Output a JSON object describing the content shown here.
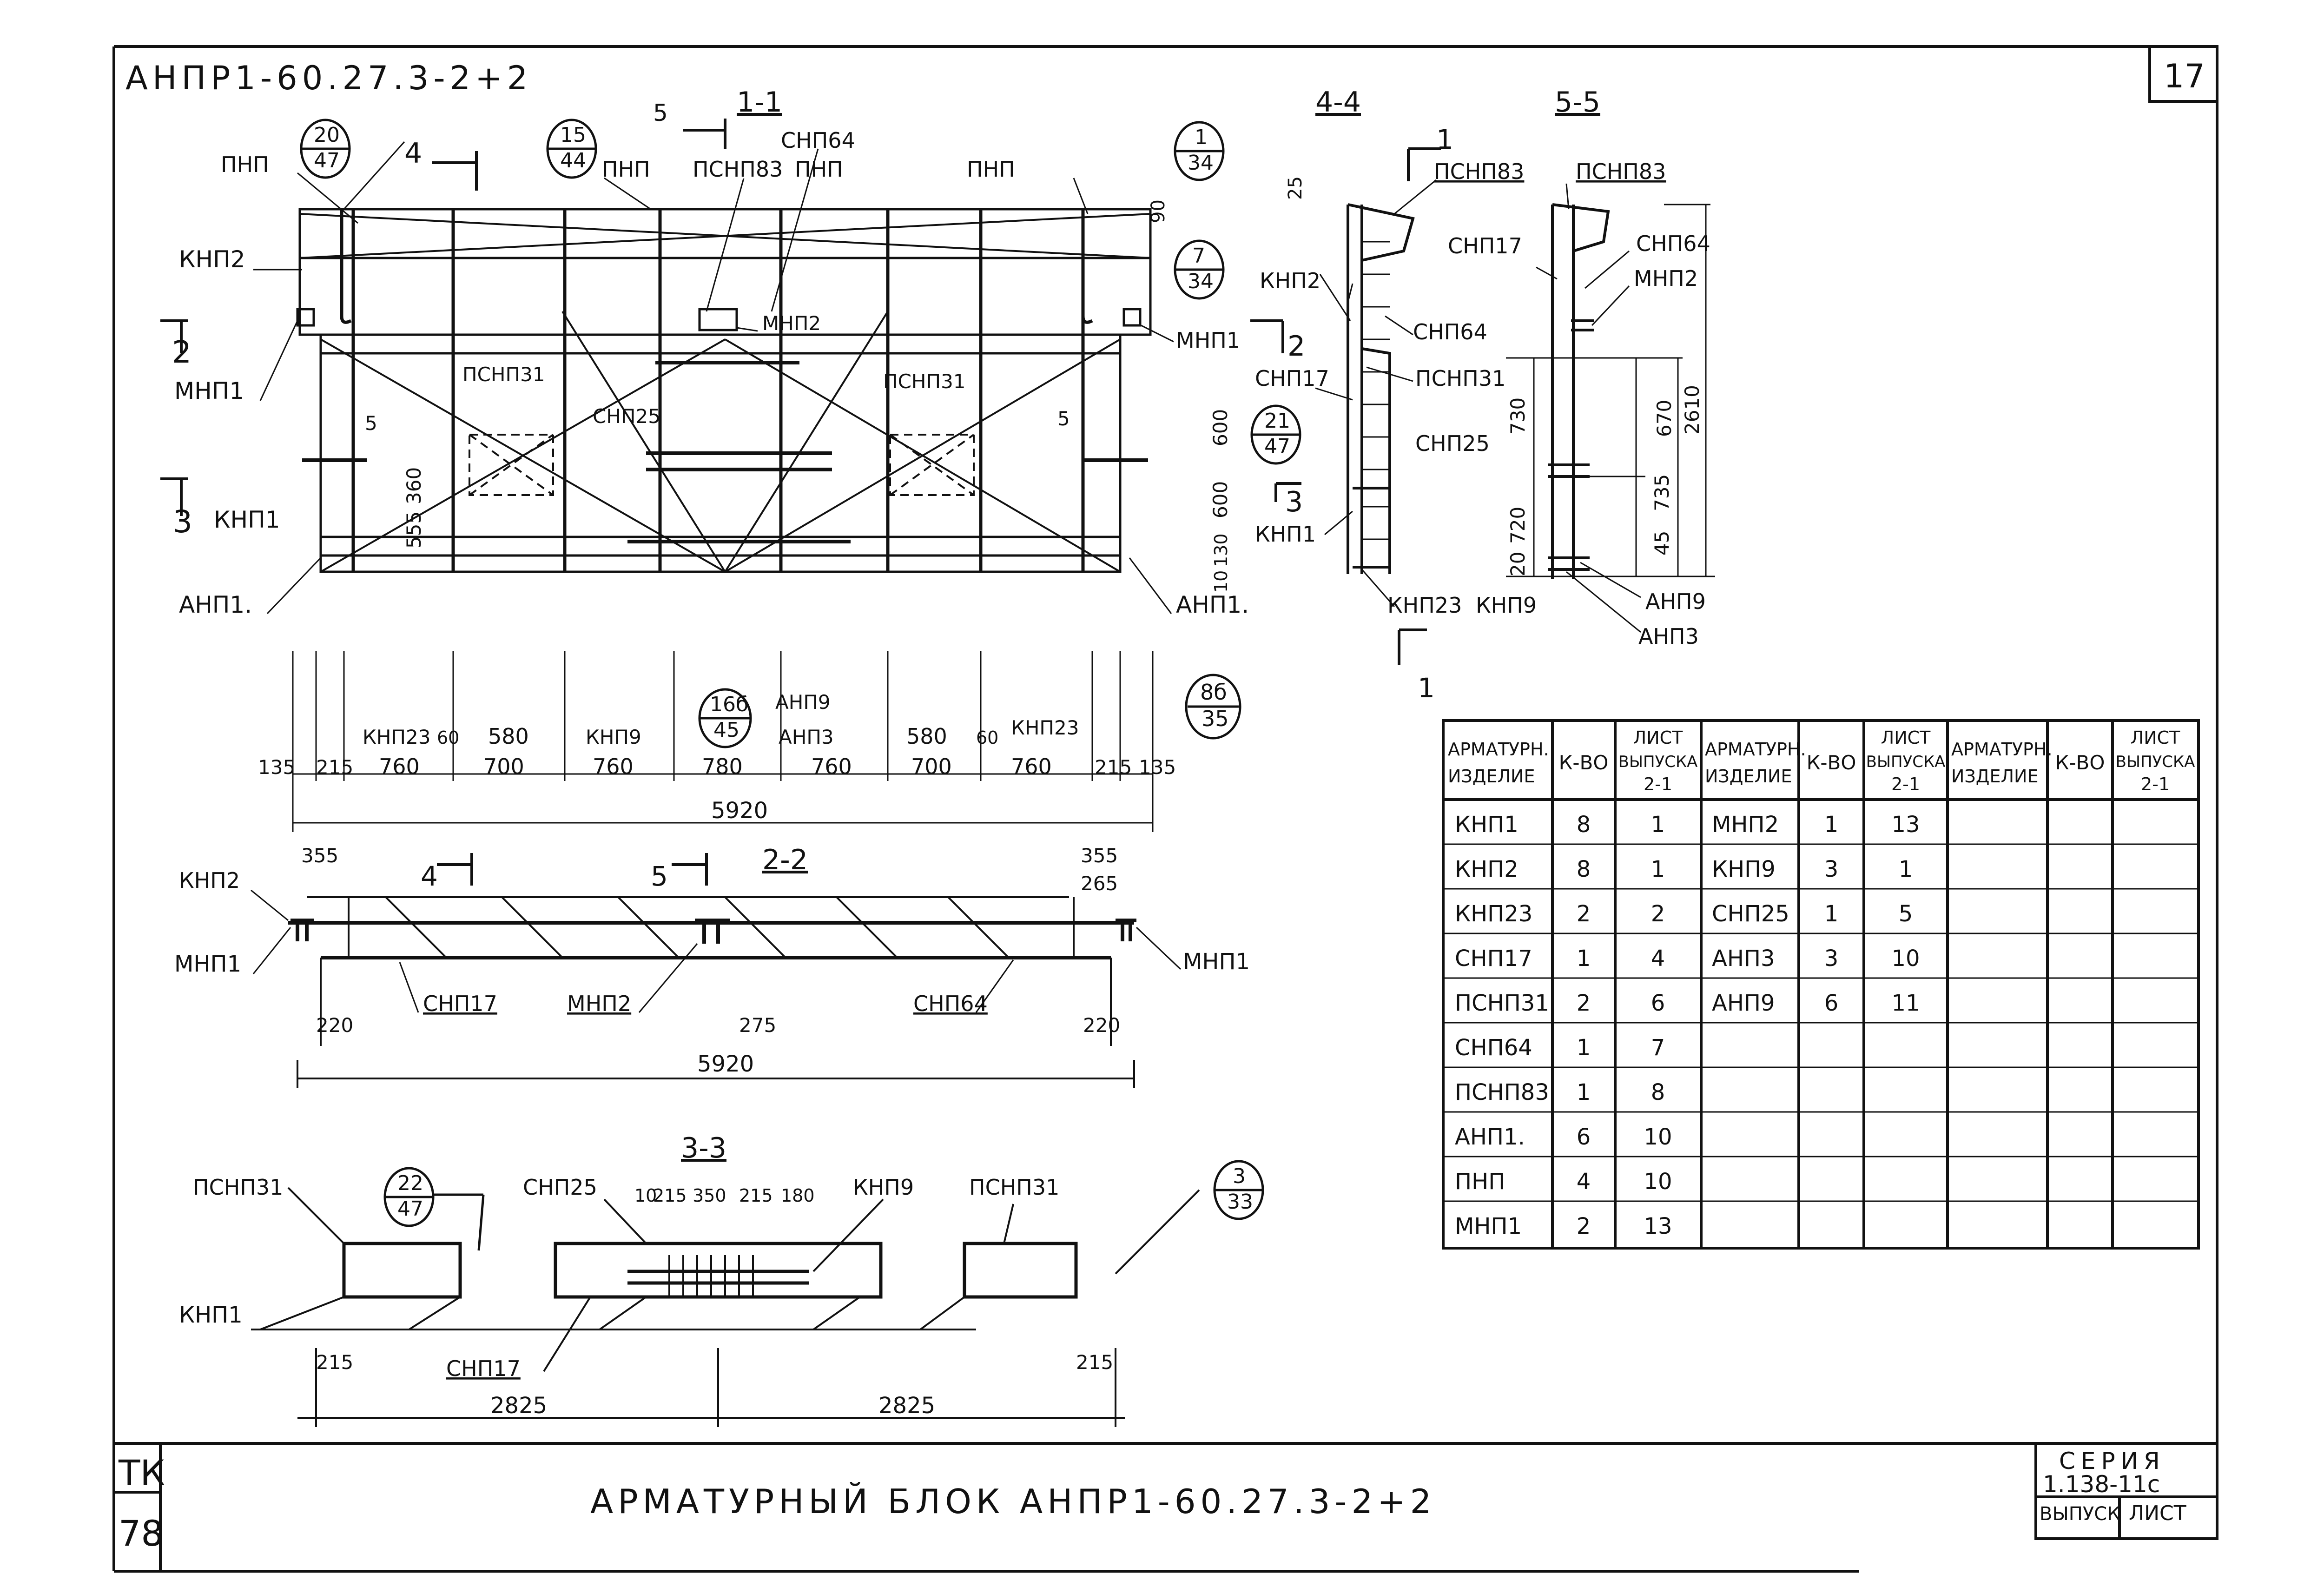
{
  "header": {
    "code": "АНПР1-60.27.3-2+2",
    "sheet_number": "17"
  },
  "sections": {
    "s11": "1-1",
    "s22": "2-2",
    "s33": "3-3",
    "s44": "4-4",
    "s55": "5-5"
  },
  "cut_marks": {
    "c1": "1",
    "c2": "2",
    "c3": "3",
    "c4": "4",
    "c5": "5"
  },
  "balloons": [
    {
      "top": "20",
      "bottom": "47"
    },
    {
      "top": "15",
      "bottom": "44"
    },
    {
      "top": "1",
      "bottom": "34"
    },
    {
      "top": "7",
      "bottom": "34"
    },
    {
      "top": "21",
      "bottom": "47"
    },
    {
      "top": "16б",
      "bottom": "45"
    },
    {
      "top": "8б",
      "bottom": "35"
    },
    {
      "top": "22",
      "bottom": "47"
    },
    {
      "top": "3",
      "bottom": "33"
    }
  ],
  "labels": {
    "pnp": "ПНП",
    "psnp83": "ПСНП83",
    "snp64": "СНП64",
    "knp2": "КНП2",
    "mnp2": "МНП2",
    "mnp1": "МНП1",
    "psnp31": "ПСНП31",
    "snp25": "СНП25",
    "knp1": "КНП1",
    "anp1": "АНП1.",
    "knp23": "КНП23",
    "knp9": "КНП9",
    "anp9": "АНП9",
    "anp3": "АНП3",
    "snp17": "СНП17"
  },
  "dimensions": {
    "elev_1_1": [
      "90",
      "5",
      "360",
      "555",
      "5",
      "600",
      "600",
      "10",
      "130"
    ],
    "plan_chain": [
      "135",
      "215",
      "760",
      "700",
      "760",
      "780",
      "760",
      "700",
      "760",
      "215",
      "135"
    ],
    "plan_upper": [
      "60",
      "580",
      "580",
      "60"
    ],
    "plan_total": "5920",
    "sec_2_2": [
      "355",
      "355",
      "265",
      "220",
      "275",
      "220"
    ],
    "sec_3_3_top": [
      "10",
      "215",
      "350",
      "215",
      "180"
    ],
    "sec_3_3": [
      "215",
      "215",
      "2825",
      "2825"
    ],
    "sec_4_4": [
      "25"
    ],
    "sec_5_5": [
      "730",
      "670",
      "2610",
      "720",
      "735",
      "20",
      "45"
    ]
  },
  "spec_table": {
    "headers": [
      {
        "item": "АРМАТУРН. ИЗДЕЛИЕ",
        "qty": "К-ВО",
        "sheet": "ЛИСТ ВЫПУСКА 2-1"
      },
      {
        "item": "АРМАТУРН. ИЗДЕЛИЕ",
        "qty": "К-ВО",
        "sheet": "ЛИСТ ВЫПУСКА 2-1"
      },
      {
        "item": "АРМАТУРН. ИЗДЕЛИЕ",
        "qty": "К-ВО",
        "sheet": "ЛИСТ ВЫПУСКА 2-1"
      }
    ],
    "rows": [
      [
        "КНП1",
        "8",
        "1",
        "МНП2",
        "1",
        "13",
        "",
        "",
        ""
      ],
      [
        "КНП2",
        "8",
        "1",
        "КНП9",
        "3",
        "1",
        "",
        "",
        ""
      ],
      [
        "КНП23",
        "2",
        "2",
        "СНП25",
        "1",
        "5",
        "",
        "",
        ""
      ],
      [
        "СНП17",
        "1",
        "4",
        "АНП3",
        "3",
        "10",
        "",
        "",
        ""
      ],
      [
        "ПСНП31",
        "2",
        "6",
        "АНП9",
        "6",
        "11",
        "",
        "",
        ""
      ],
      [
        "СНП64",
        "1",
        "7",
        "",
        "",
        "",
        "",
        "",
        ""
      ],
      [
        "ПСНП83",
        "1",
        "8",
        "",
        "",
        "",
        "",
        "",
        ""
      ],
      [
        "АНП1.",
        "6",
        "10",
        "",
        "",
        "",
        "",
        "",
        ""
      ],
      [
        "ПНП",
        "4",
        "10",
        "",
        "",
        "",
        "",
        "",
        ""
      ],
      [
        "МНП1",
        "2",
        "13",
        "",
        "",
        "",
        "",
        "",
        ""
      ]
    ]
  },
  "title_block": {
    "left_top": "ТК",
    "left_bottom": "78",
    "title": "АРМАТУРНЫЙ БЛОК АНПР1-60.27.3-2+2",
    "series_label": "СЕРИЯ",
    "series_value": "1.138-11с",
    "vypusk": "ВЫПУСК",
    "list": "ЛИСТ"
  }
}
